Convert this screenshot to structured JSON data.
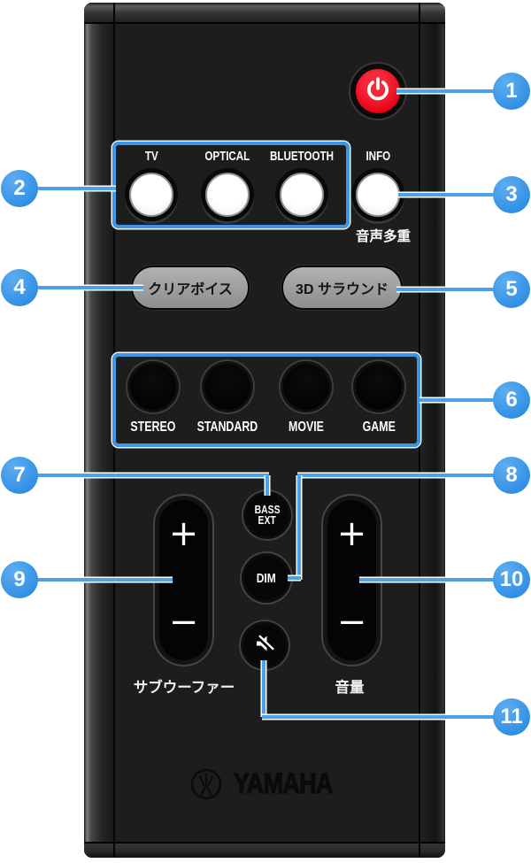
{
  "remote": {
    "brand": "YAMAHA",
    "power_button": {
      "icon": "power-icon"
    },
    "input_buttons": [
      {
        "label": "TV"
      },
      {
        "label": "OPTICAL"
      },
      {
        "label": "BLUETOOTH"
      }
    ],
    "info_button": {
      "label": "INFO",
      "sublabel": "音声多重"
    },
    "clear_voice_button": {
      "label": "クリアボイス"
    },
    "surround_button": {
      "label": "3D サラウンド"
    },
    "scene_buttons": [
      {
        "label": "STEREO"
      },
      {
        "label": "STANDARD"
      },
      {
        "label": "MOVIE"
      },
      {
        "label": "GAME"
      }
    ],
    "bass_ext_button": {
      "line1": "BASS",
      "line2": "EXT"
    },
    "dim_button": {
      "label": "DIM"
    },
    "mute_button": {
      "icon": "mute-icon"
    },
    "subwoofer_rocker": {
      "plus": "+",
      "minus": "−",
      "label": "サブウーファー"
    },
    "volume_rocker": {
      "plus": "+",
      "minus": "−",
      "label": "音量"
    }
  },
  "callouts": {
    "numbers": [
      "1",
      "2",
      "3",
      "4",
      "5",
      "6",
      "7",
      "8",
      "9",
      "10",
      "11"
    ]
  },
  "colors": {
    "callout_blue": "#3a97e8",
    "power_red": "#e60012",
    "pill_gray": "#9b9b9b",
    "body_black": "#1d1d1d"
  }
}
